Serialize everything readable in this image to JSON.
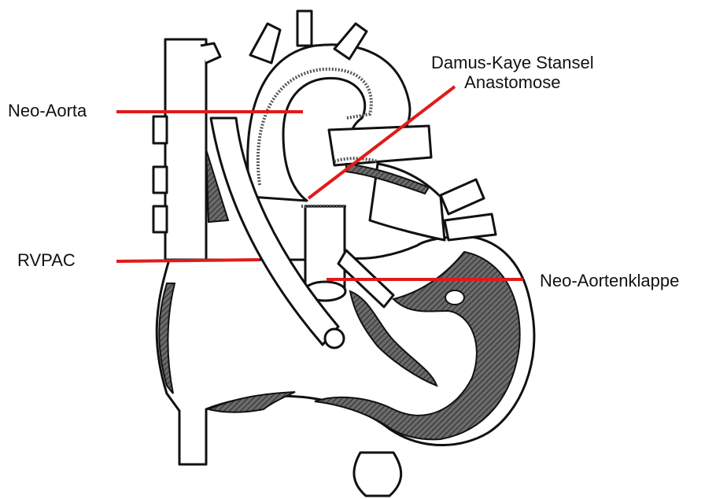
{
  "labels": {
    "neo_aorta": "Neo-Aorta",
    "rvpac": "RVPAC",
    "damus_line1": "Damus-Kaye Stansel",
    "damus_line2": "Anastomose",
    "neo_aortic_valve": "Neo-Aortenklappe"
  },
  "colors": {
    "leader_line": "#e01b1b",
    "outline": "#111111",
    "shading": "#555555"
  }
}
